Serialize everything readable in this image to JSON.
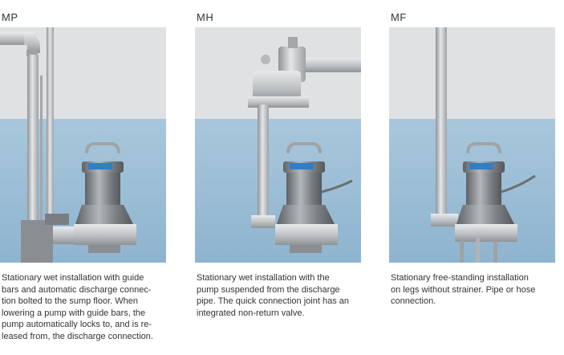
{
  "installations": [
    {
      "code": "MP",
      "description_lines": [
        "Stationary wet installation with guide",
        "bars and automatic discharge connec-",
        "tion bolted to the sump floor. When",
        "lowering a pump with guide bars, the",
        "pump automatically locks to, and is re-",
        "leased from, the discharge connection."
      ]
    },
    {
      "code": "MH",
      "description_lines": [
        "Stationary wet installation with the",
        "pump suspended from the discharge",
        "pipe. The quick connection joint has an",
        "integrated non-return valve."
      ]
    },
    {
      "code": "MF",
      "description_lines": [
        "Stationary free-standing installation",
        "on legs without strainer. Pipe or hose",
        "connection."
      ]
    }
  ],
  "colors": {
    "air": "#dfe1e3",
    "water": "#9fc0d8",
    "pipe": "#c9ccce",
    "pump_body": "#8a8e92",
    "label_tag": "#2f7fc6"
  }
}
